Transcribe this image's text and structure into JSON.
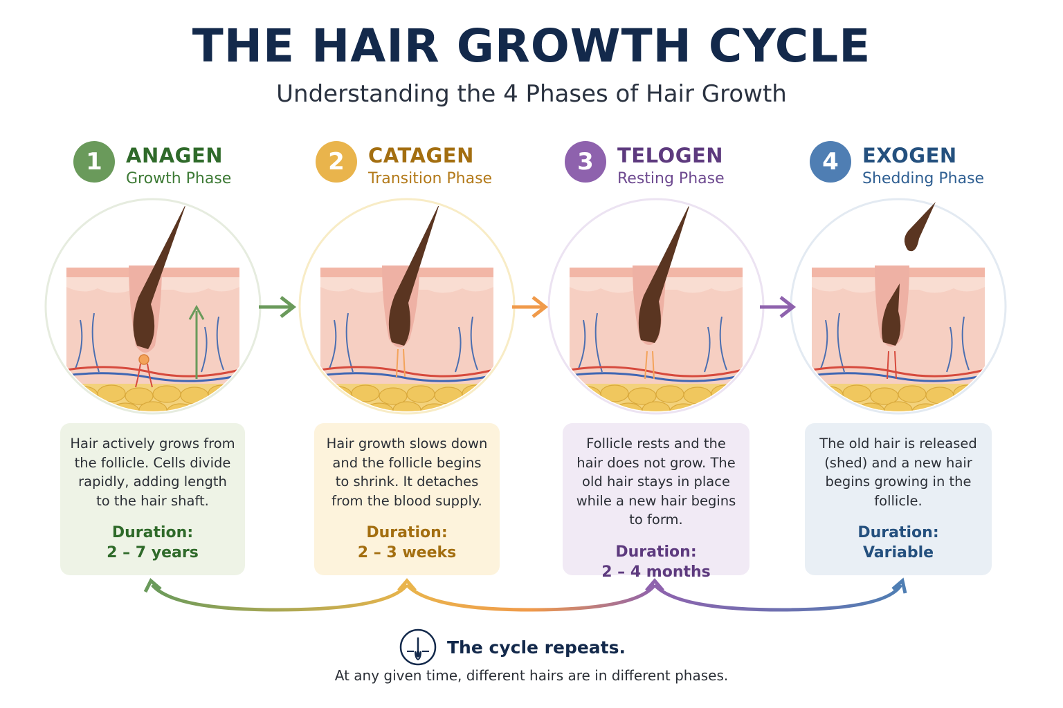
{
  "header": {
    "title": "THE HAIR GROWTH CYCLE",
    "subtitle": "Understanding the 4 Phases of Hair Growth"
  },
  "phases": [
    {
      "number": "1",
      "name": "ANAGEN",
      "subtitle": "Growth Phase",
      "description": "Hair actively grows from the follicle. Cells divide rapidly, adding length to the hair shaft.",
      "duration_label": "Duration:",
      "duration_value": "2 – 7 years",
      "color": "#6a9a5b",
      "card_bg": "#eef3e6"
    },
    {
      "number": "2",
      "name": "CATAGEN",
      "subtitle": "Transition Phase",
      "description": "Hair growth slows down and the follicle begins to shrink. It detaches from the blood supply.",
      "duration_label": "Duration:",
      "duration_value": "2 – 3 weeks",
      "color": "#e9b44c",
      "card_bg": "#fdf3dc"
    },
    {
      "number": "3",
      "name": "TELOGEN",
      "subtitle": "Resting Phase",
      "description": "Follicle rests and the hair does not grow. The old hair stays in place while a new hair begins to form.",
      "duration_label": "Duration:",
      "duration_value": "2 – 4 months",
      "color": "#8e62ad",
      "card_bg": "#f1eaf5"
    },
    {
      "number": "4",
      "name": "EXOGEN",
      "subtitle": "Shedding Phase",
      "description": "The old hair is released (shed) and a new hair begins growing in the follicle.",
      "duration_label": "Duration:",
      "duration_value": "Variable",
      "color": "#4f7eb3",
      "card_bg": "#e9eff5"
    }
  ],
  "footer": {
    "title": "The cycle repeats.",
    "note": "At any given time, different hairs are in different phases."
  }
}
